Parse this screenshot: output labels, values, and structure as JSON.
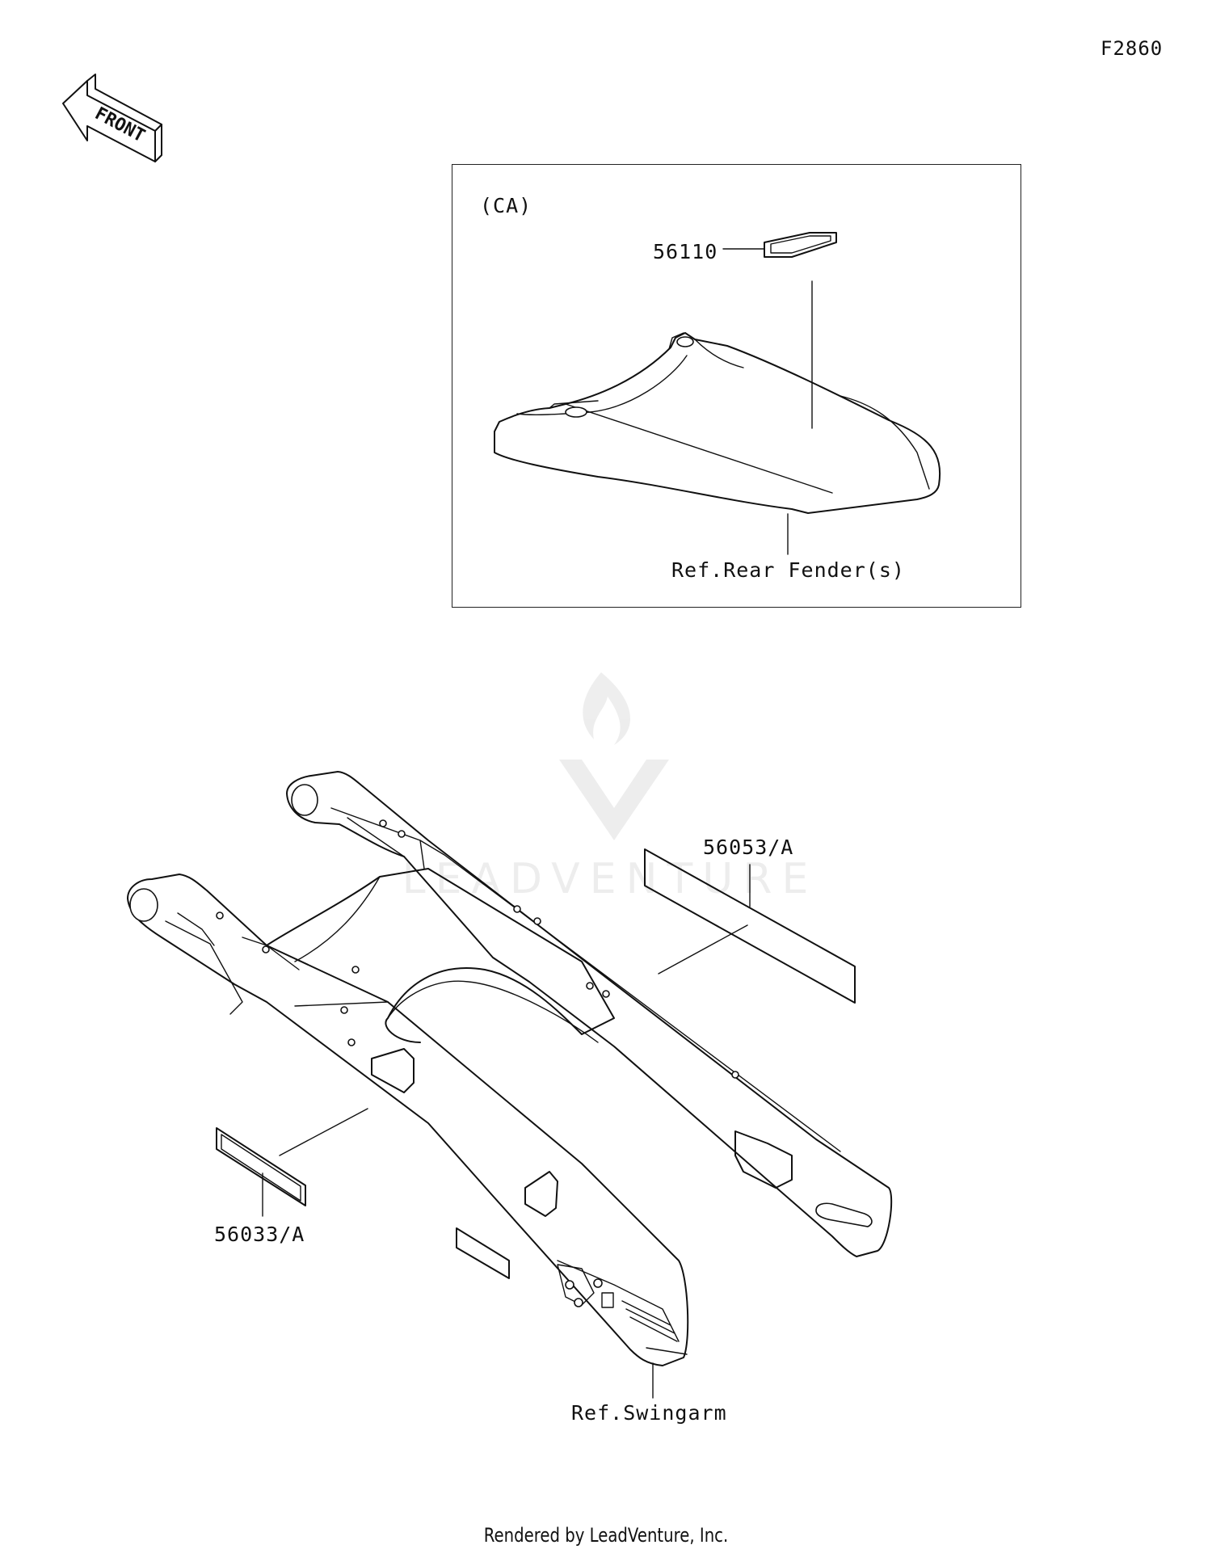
{
  "diagram": {
    "code": "F2860",
    "front_badge": "FRONT",
    "inset": {
      "region": "(CA)",
      "parts": [
        {
          "number": "56110"
        }
      ],
      "reference": "Ref.Rear Fender(s)"
    },
    "parts": [
      {
        "number": "56053/A"
      },
      {
        "number": "56033/A"
      }
    ],
    "reference": "Ref.Swingarm",
    "watermark": "LEADVENTURE",
    "footer": "Rendered by LeadVenture, Inc."
  }
}
